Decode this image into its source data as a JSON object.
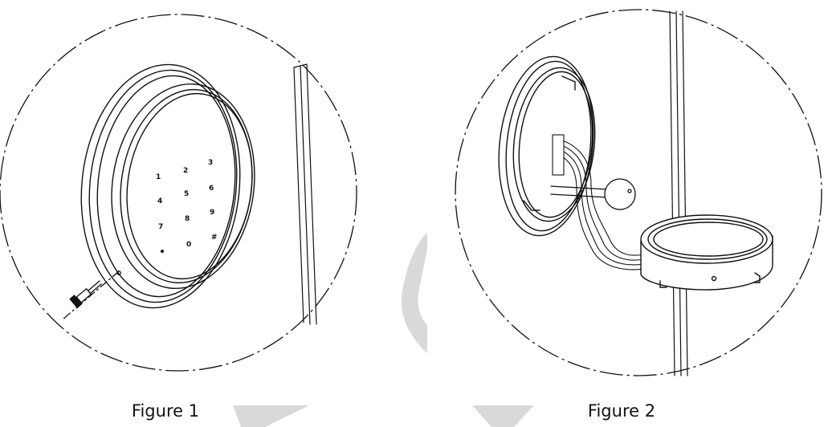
{
  "figures": [
    {
      "caption": "Figure 1",
      "keypad": [
        "1",
        "2",
        "3",
        "4",
        "5",
        "6",
        "7",
        "8",
        "9",
        "0"
      ]
    },
    {
      "caption": "Figure 2"
    }
  ],
  "colors": {
    "line": "#111111",
    "watermark": "#d9d9d9",
    "background": "#ffffff"
  }
}
